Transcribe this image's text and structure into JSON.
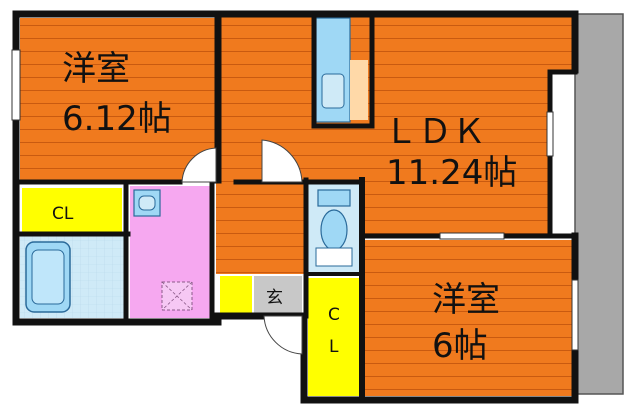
{
  "rooms": {
    "western_room_1": {
      "name": "洋室",
      "size": "6.12帖"
    },
    "ldk": {
      "name": "ＬＤＫ",
      "size": "11.24帖"
    },
    "western_room_2": {
      "name": "洋室",
      "size": "6帖"
    },
    "closet_1": {
      "name": "CL"
    },
    "closet_2": {
      "name_line1": "C",
      "name_line2": "L"
    },
    "entrance": {
      "name": "玄"
    }
  },
  "colors": {
    "floor_wood": "#f07a1e",
    "floor_stripe": "#c95a10",
    "wall": "#111111",
    "closet": "#ffff00",
    "bath": "#cfeaf7",
    "washroom": "#f6a8f0",
    "balcony": "#a8a8a8",
    "entrance_tile": "#c8c8c8",
    "fixture": "#9fd8f5"
  }
}
